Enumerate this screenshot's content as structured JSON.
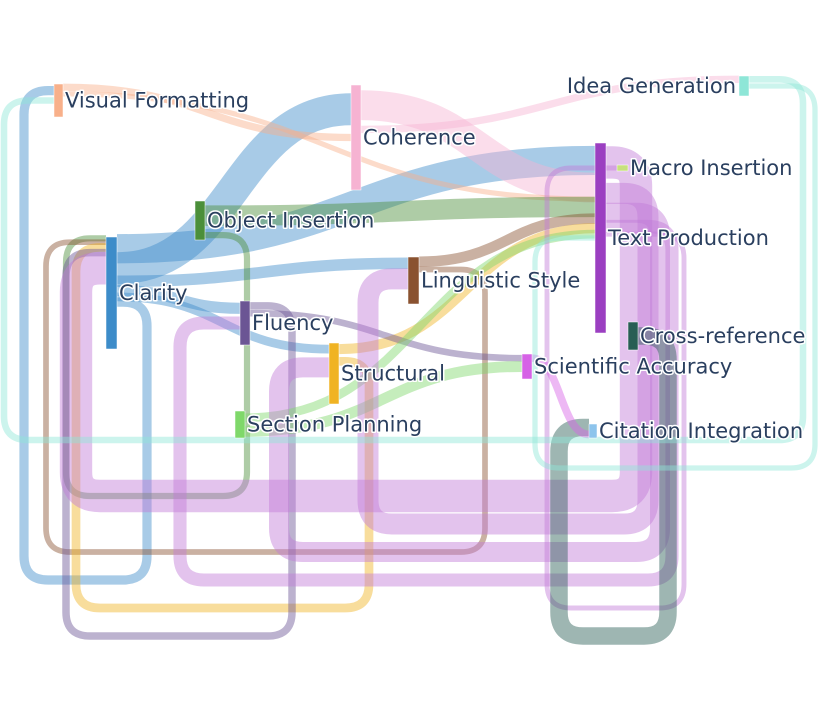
{
  "diagram": {
    "type": "sankey",
    "nodes": [
      {
        "id": "visual_formatting",
        "label": "Visual Formatting",
        "color": "#f8b08a"
      },
      {
        "id": "coherence",
        "label": "Coherence",
        "color": "#f6b3d2"
      },
      {
        "id": "idea_generation",
        "label": "Idea Generation",
        "color": "#8ee6d7"
      },
      {
        "id": "macro_insertion",
        "label": "Macro Insertion",
        "color": "#c7e07e"
      },
      {
        "id": "object_insertion",
        "label": "Object Insertion",
        "color": "#4b8f3a"
      },
      {
        "id": "text_production",
        "label": "Text Production",
        "color": "#9b3fc1"
      },
      {
        "id": "clarity",
        "label": "Clarity",
        "color": "#3d8cc9"
      },
      {
        "id": "linguistic_style",
        "label": "Linguistic Style",
        "color": "#8a5230"
      },
      {
        "id": "fluency",
        "label": "Fluency",
        "color": "#6b5594"
      },
      {
        "id": "cross_reference",
        "label": "Cross-reference",
        "color": "#285e54"
      },
      {
        "id": "structural",
        "label": "Structural",
        "color": "#f0b323"
      },
      {
        "id": "scientific_accuracy",
        "label": "Scientific Accuracy",
        "color": "#d662e6"
      },
      {
        "id": "section_planning",
        "label": "Section Planning",
        "color": "#7fd86a"
      },
      {
        "id": "citation_integration",
        "label": "Citation Integration",
        "color": "#8dc4ec"
      }
    ],
    "links": [
      {
        "source": "clarity",
        "target": "text_production",
        "value": 9,
        "color": "#3d8cc9"
      },
      {
        "source": "clarity",
        "target": "coherence",
        "value": 6,
        "color": "#3d8cc9"
      },
      {
        "source": "clarity",
        "target": "linguistic_style",
        "value": 4,
        "color": "#3d8cc9"
      },
      {
        "source": "clarity",
        "target": "fluency",
        "value": 3,
        "color": "#3d8cc9"
      },
      {
        "source": "clarity",
        "target": "structural",
        "value": 2,
        "color": "#3d8cc9"
      },
      {
        "source": "clarity",
        "target": "visual_formatting",
        "value": 2,
        "color": "#3d8cc9"
      },
      {
        "source": "coherence",
        "target": "text_production",
        "value": 5,
        "color": "#f6b3d2"
      },
      {
        "source": "coherence",
        "target": "idea_generation",
        "value": 1,
        "color": "#f6b3d2"
      },
      {
        "source": "visual_formatting",
        "target": "coherence",
        "value": 1,
        "color": "#f8b08a"
      },
      {
        "source": "visual_formatting",
        "target": "text_production",
        "value": 1,
        "color": "#f8b08a"
      },
      {
        "source": "object_insertion",
        "target": "text_production",
        "value": 3,
        "color": "#4b8f3a"
      },
      {
        "source": "object_insertion",
        "target": "clarity",
        "value": 1,
        "color": "#4b8f3a"
      },
      {
        "source": "linguistic_style",
        "target": "text_production",
        "value": 3,
        "color": "#8a5230"
      },
      {
        "source": "linguistic_style",
        "target": "clarity",
        "value": 2,
        "color": "#8a5230"
      },
      {
        "source": "structural",
        "target": "text_production",
        "value": 2,
        "color": "#f0b323"
      },
      {
        "source": "structural",
        "target": "clarity",
        "value": 2,
        "color": "#f0b323"
      },
      {
        "source": "fluency",
        "target": "clarity",
        "value": 2,
        "color": "#6b5594"
      },
      {
        "source": "fluency",
        "target": "scientific_accuracy",
        "value": 1,
        "color": "#6b5594"
      },
      {
        "source": "section_planning",
        "target": "text_production",
        "value": 1,
        "color": "#7fd86a"
      },
      {
        "source": "section_planning",
        "target": "scientific_accuracy",
        "value": 1,
        "color": "#7fd86a"
      },
      {
        "source": "text_production",
        "target": "clarity",
        "value": 10,
        "color": "#c07ad6"
      },
      {
        "source": "text_production",
        "target": "linguistic_style",
        "value": 6,
        "color": "#c07ad6"
      },
      {
        "source": "text_production",
        "target": "structural",
        "value": 4,
        "color": "#c07ad6"
      },
      {
        "source": "text_production",
        "target": "fluency",
        "value": 3,
        "color": "#c07ad6"
      },
      {
        "source": "text_production",
        "target": "macro_insertion",
        "value": 1,
        "color": "#c07ad6"
      },
      {
        "source": "cross_reference",
        "target": "citation_integration",
        "value": 1,
        "color": "#285e54"
      },
      {
        "source": "scientific_accuracy",
        "target": "citation_integration",
        "value": 1,
        "color": "#d662e6"
      },
      {
        "source": "idea_generation",
        "target": "visual_formatting",
        "value": 1,
        "color": "#8ee6d7"
      },
      {
        "source": "idea_generation",
        "target": "text_production",
        "value": 1,
        "color": "#8ee6d7"
      }
    ]
  }
}
